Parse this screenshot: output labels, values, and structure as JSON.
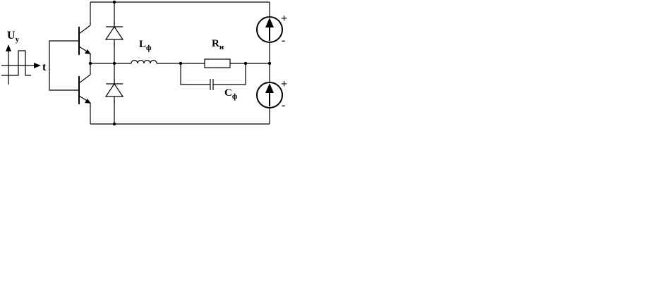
{
  "diagram": {
    "labels": {
      "control_voltage": {
        "main": "U",
        "sub": "у"
      },
      "time_axis": "t",
      "inductor": {
        "main": "L",
        "sub": "ф"
      },
      "resistor": {
        "main": "R",
        "sub": "н"
      },
      "capacitor": {
        "main": "C",
        "sub": "ф"
      }
    },
    "sources": [
      {
        "plus": "+",
        "minus": "-"
      },
      {
        "plus": "+",
        "minus": "-"
      }
    ]
  }
}
